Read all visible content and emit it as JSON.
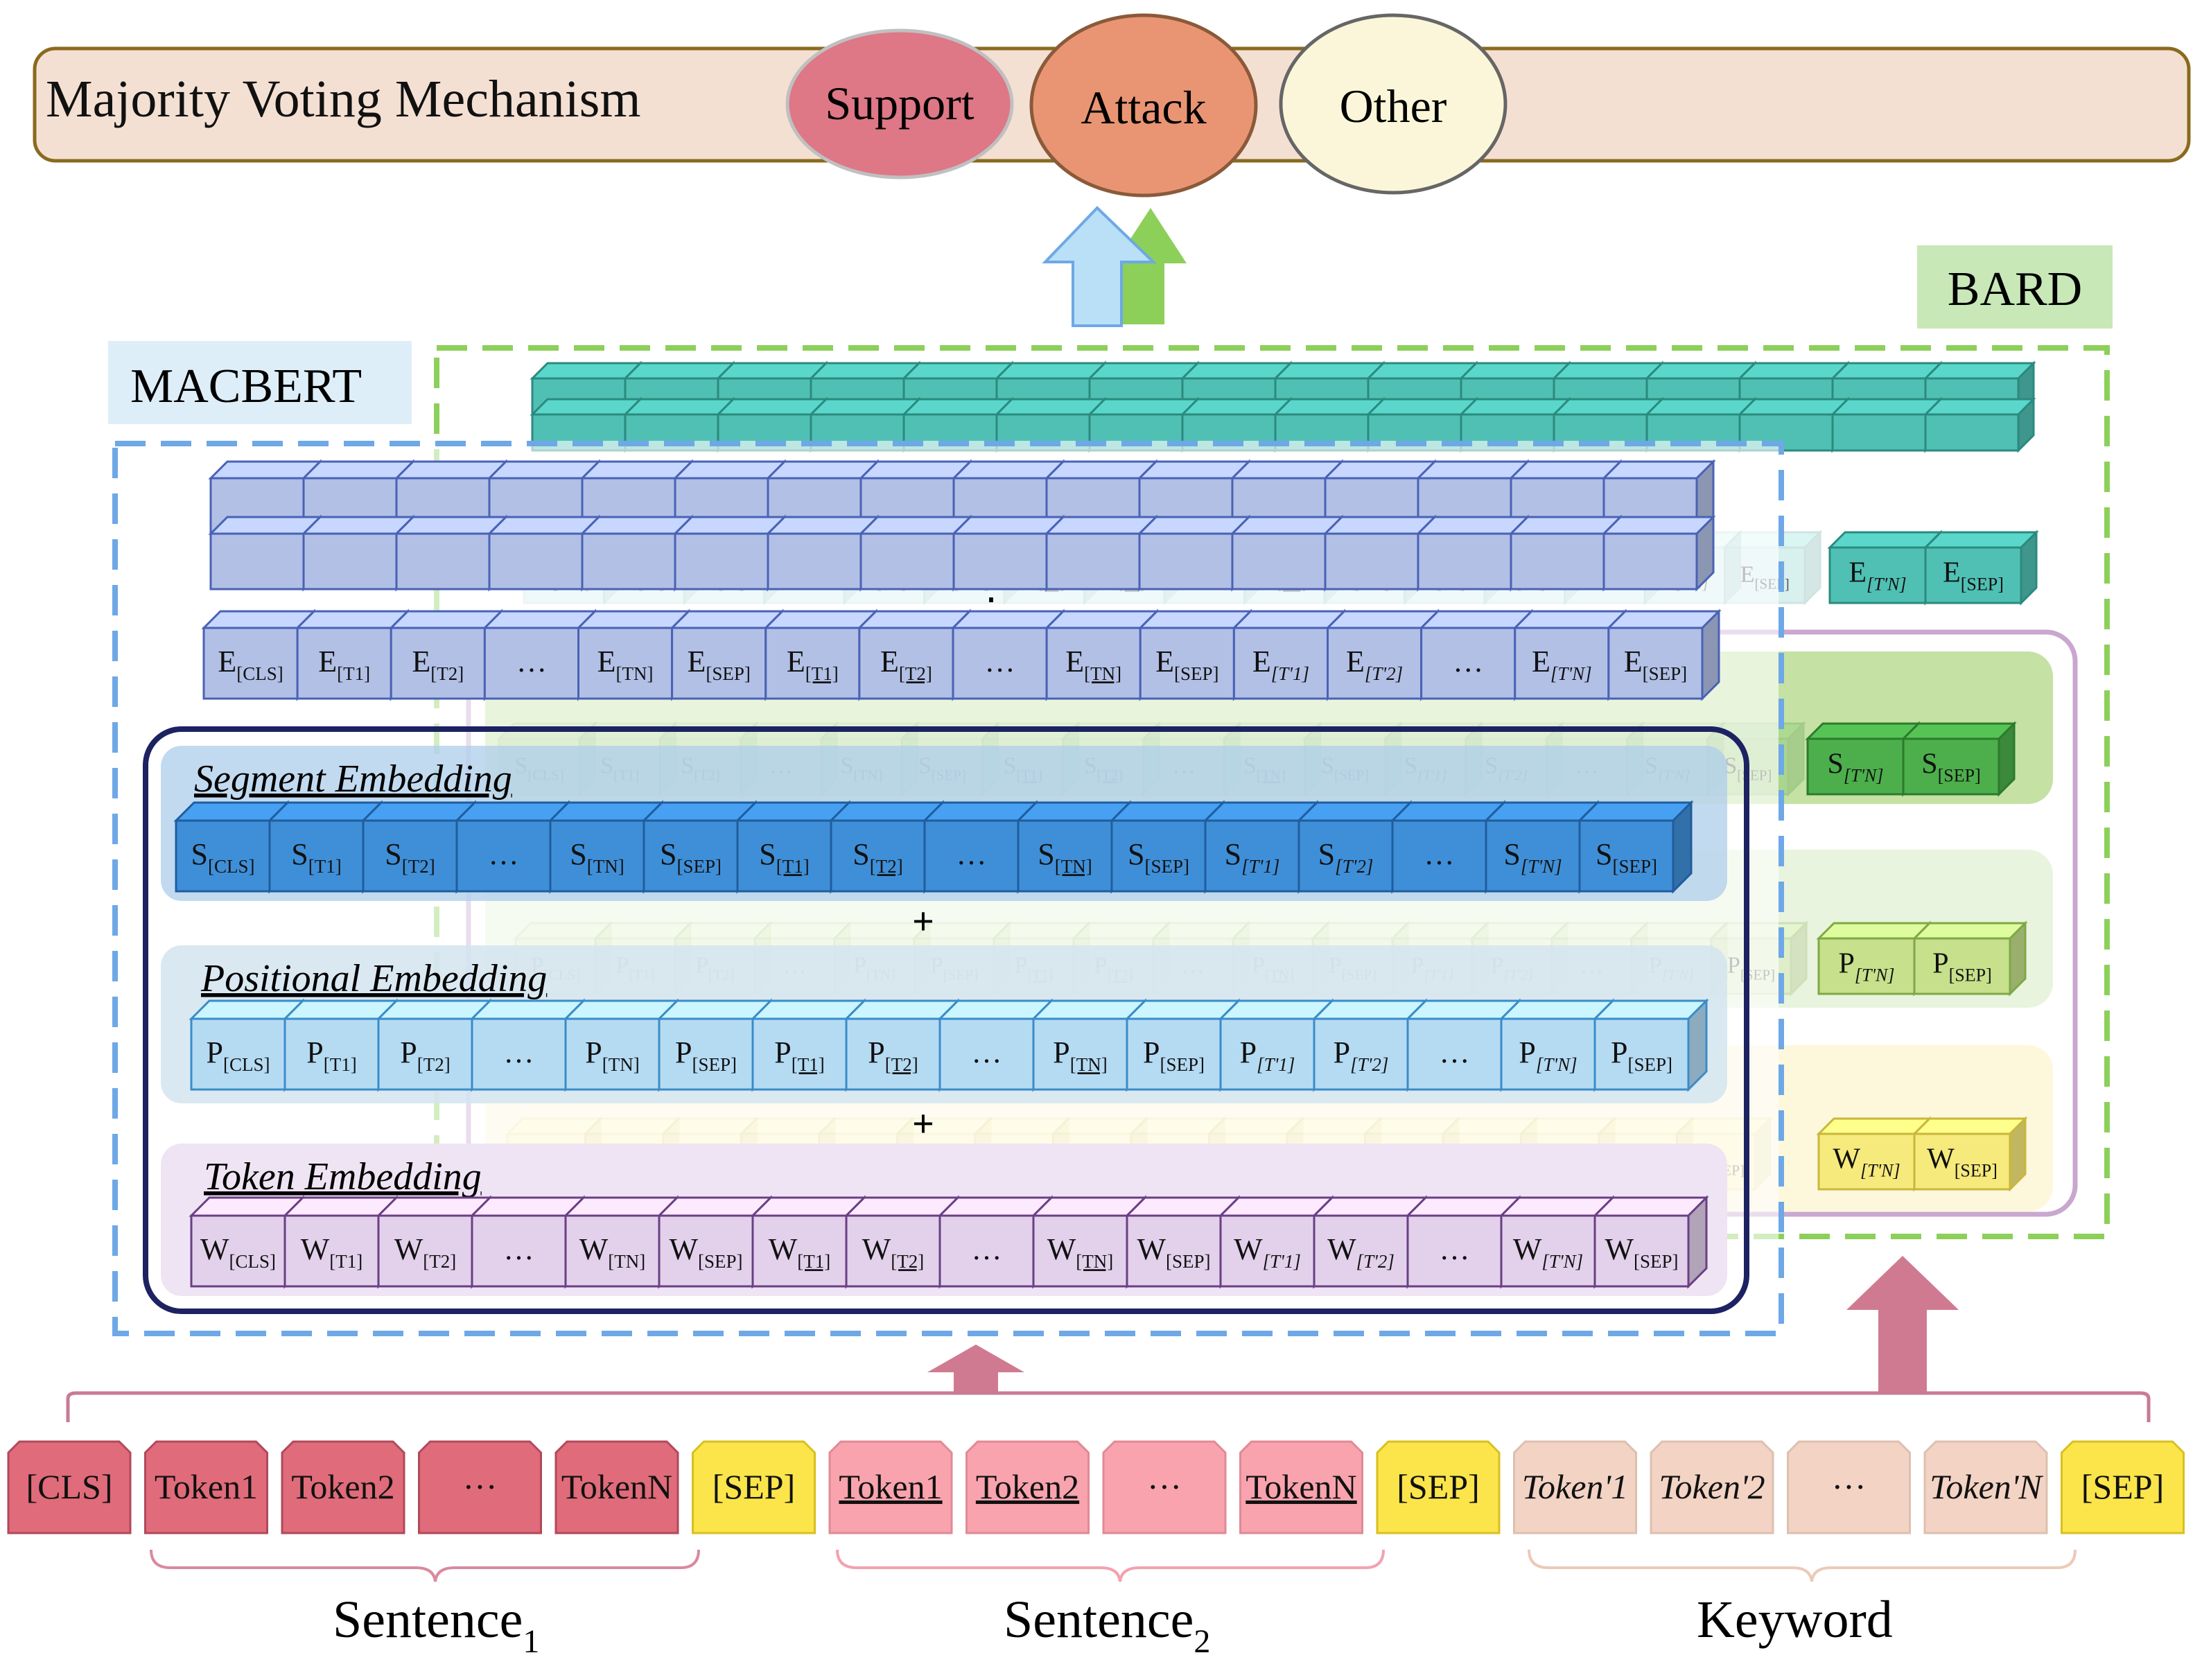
{
  "top_bar": {
    "title": "Majority Voting Mechanism",
    "votes": [
      {
        "label": "Support",
        "color": "#de7786"
      },
      {
        "label": "Attack",
        "color": "#e99573"
      },
      {
        "label": "Other",
        "color": "#fbf6d9"
      }
    ]
  },
  "models": {
    "macbert_label": "MACBERT",
    "bard_label": "BARD"
  },
  "embedding_headings": {
    "segment": "Segment Embedding",
    "positional": "Positional Embedding",
    "token": "Token Embedding"
  },
  "plus_sign": "+",
  "ellipsis_vertical": "⋮",
  "token_slots": [
    {
      "base": "",
      "sub": "[CLS]",
      "u": false,
      "i": false
    },
    {
      "base": "",
      "sub": "[T1]",
      "u": false,
      "i": false
    },
    {
      "base": "",
      "sub": "[T2]",
      "u": false,
      "i": false
    },
    {
      "base": "…",
      "sub": "",
      "u": false,
      "i": false
    },
    {
      "base": "",
      "sub": "[TN]",
      "u": false,
      "i": false
    },
    {
      "base": "",
      "sub": "[SEP]",
      "u": false,
      "i": false
    },
    {
      "base": "",
      "sub": "[T1]",
      "u": true,
      "i": false
    },
    {
      "base": "",
      "sub": "[T2]",
      "u": true,
      "i": false
    },
    {
      "base": "…",
      "sub": "",
      "u": false,
      "i": false
    },
    {
      "base": "",
      "sub": "[TN]",
      "u": true,
      "i": false
    },
    {
      "base": "",
      "sub": "[SEP]",
      "u": false,
      "i": false
    },
    {
      "base": "",
      "sub": "[T'1]",
      "u": false,
      "i": true
    },
    {
      "base": "",
      "sub": "[T'2]",
      "u": false,
      "i": true
    },
    {
      "base": "…",
      "sub": "",
      "u": false,
      "i": false
    },
    {
      "base": "",
      "sub": "[T'N]",
      "u": false,
      "i": true
    },
    {
      "base": "",
      "sub": "[SEP]",
      "u": false,
      "i": false
    }
  ],
  "row_letters": {
    "embedding": "E",
    "segment": "S",
    "positional": "P",
    "token": "W"
  },
  "bard_tail": {
    "embedding": [
      "E[T'N]",
      "E[SEP]"
    ],
    "segment": [
      "S[T'N]",
      "S[SEP]"
    ],
    "positional": [
      "P[T'N]",
      "P[SEP]"
    ],
    "token": [
      "W[T'N]",
      "W[SEP]"
    ]
  },
  "input_tokens": [
    {
      "text": "[CLS]",
      "group": "s1"
    },
    {
      "text": "Token1",
      "group": "s1"
    },
    {
      "text": "Token2",
      "group": "s1"
    },
    {
      "text": "···",
      "group": "s1"
    },
    {
      "text": "TokenN",
      "group": "s1"
    },
    {
      "text": "[SEP]",
      "group": "sep"
    },
    {
      "text": "Token1",
      "group": "s2"
    },
    {
      "text": "Token2",
      "group": "s2"
    },
    {
      "text": "···",
      "group": "s2"
    },
    {
      "text": "TokenN",
      "group": "s2"
    },
    {
      "text": "[SEP]",
      "group": "sep"
    },
    {
      "text": "Token'1",
      "group": "kw"
    },
    {
      "text": "Token'2",
      "group": "kw"
    },
    {
      "text": "···",
      "group": "kw"
    },
    {
      "text": "Token'N",
      "group": "kw"
    },
    {
      "text": "[SEP]",
      "group": "sep"
    }
  ],
  "group_labels": {
    "s1": {
      "base": "Sentence",
      "sub": "1"
    },
    "s2": {
      "base": "Sentence",
      "sub": "2"
    },
    "kw": {
      "base": "Keyword",
      "sub": ""
    }
  },
  "colors": {
    "top_bar_fill": "#f4e0d3",
    "top_bar_stroke": "#8a6a1e",
    "macbert_dash": "#6ea8e6",
    "bard_dash": "#8cd05a",
    "embedding_dark_box": "#1d2262",
    "purple_box": "#c9a7cf",
    "teal": "#50c0b4",
    "lavender": "#b2c0e6",
    "blue_segment": "#3f8fd8",
    "light_blue_positional": "#b5dbf3",
    "lilac_token": "#e3d1ec",
    "pink_input": "#e06b7a",
    "light_pink_input": "#f8a3ad",
    "peach_input": "#f2d3c4",
    "yellow_sep": "#fbe54a",
    "arrow_pink": "#d07a92",
    "green_tail": "#4caf4c",
    "yellow_green_tail": "#c6e08c",
    "yellow_tail": "#f7ea7c"
  }
}
